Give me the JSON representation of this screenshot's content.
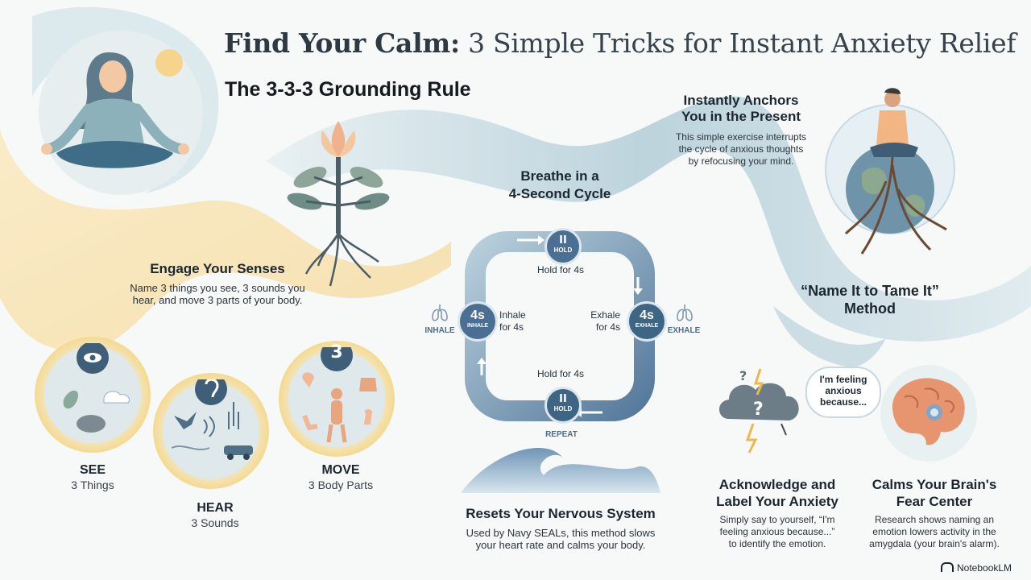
{
  "title": {
    "bold": "Find Your Calm:",
    "rest": " 3 Simple Tricks for Instant Anxiety Relief"
  },
  "grounding": {
    "heading": "The 3-3-3 Grounding Rule",
    "engage_title": "Engage Your Senses",
    "engage_text": [
      "Name 3 things you see, 3 sounds you",
      "hear, and move 3 parts of your body."
    ],
    "see": {
      "label": "SEE",
      "sub": "3 Things"
    },
    "hear": {
      "label": "HEAR",
      "sub": "3 Sounds"
    },
    "move": {
      "label": "MOVE",
      "sub": "3 Body Parts",
      "badge": "3"
    }
  },
  "anchors": {
    "title": [
      "Instantly Anchors",
      "You in the Present"
    ],
    "text": [
      "This simple exercise interrupts",
      "the cycle of anxious thoughts",
      "by refocusing your mind."
    ]
  },
  "breathe": {
    "title": [
      "Breathe in a",
      "4-Second Cycle"
    ],
    "hold_top": "Hold for 4s",
    "hold_bottom": "Hold for 4s",
    "inhale": [
      "Inhale",
      "for 4s"
    ],
    "exhale": [
      "Exhale",
      "for 4s"
    ],
    "hold_badge": "HOLD",
    "inhale_badge": {
      "num": "4s",
      "label": "INHALE"
    },
    "exhale_badge": {
      "num": "4s",
      "label": "EXHALE"
    },
    "inhale_side": "INHALE",
    "exhale_side": "EXHALE",
    "repeat": "REPEAT",
    "pause_glyph": "II",
    "reset_title": "Resets Your Nervous System",
    "reset_text": [
      "Used by Navy SEALs, this method slows",
      "your heart rate and calms your body."
    ]
  },
  "name_it": {
    "title": [
      "“Name It to Tame It”",
      "Method"
    ],
    "bubble": [
      "I'm feeling",
      "anxious",
      "because..."
    ],
    "ack_title": [
      "Acknowledge and",
      "Label Your Anxiety"
    ],
    "ack_text": [
      "Simply say to yourself, “I'm",
      "feeling anxious because...”",
      "to identify the emotion."
    ],
    "calm_title": [
      "Calms Your Brain's",
      "Fear Center"
    ],
    "calm_text": [
      "Research shows naming an",
      "emotion lowers activity in the",
      "amygdala (your brain's alarm)."
    ]
  },
  "footer": {
    "brand": "NotebookLM"
  },
  "colors": {
    "blue": "#4a6f92",
    "gold": "#f0d38f",
    "teal": "#8fb3c3",
    "text": "#1c2630"
  }
}
